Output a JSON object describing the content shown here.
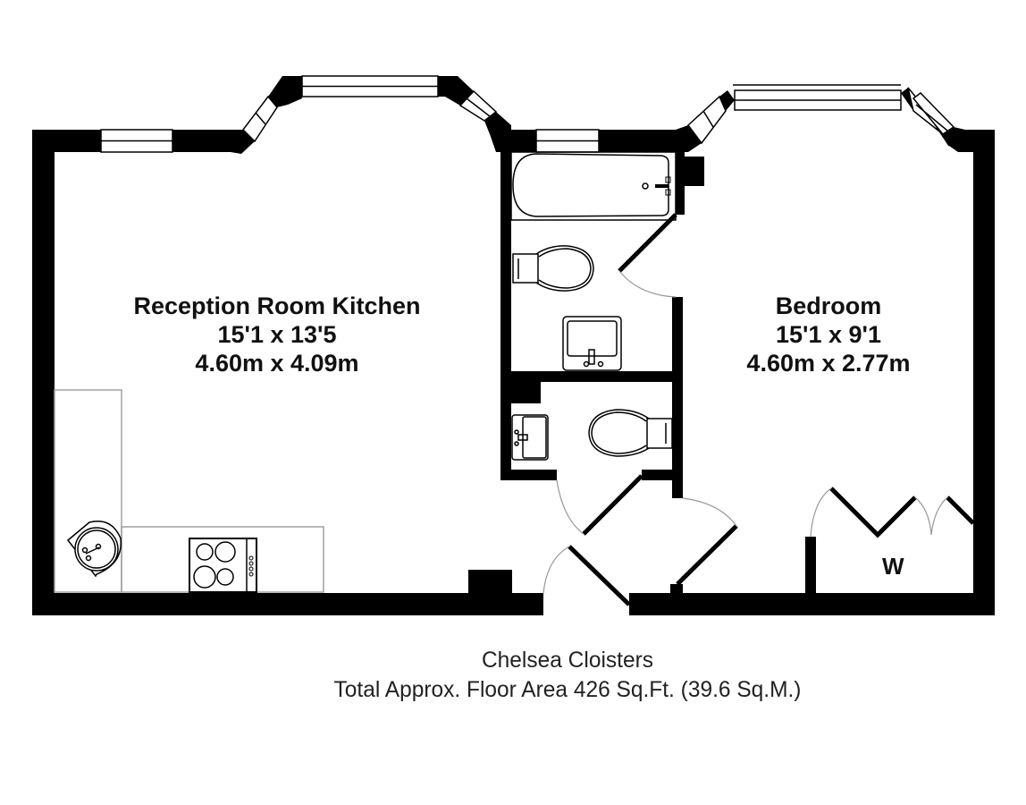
{
  "plan": {
    "wall_color": "#000000",
    "fixture_line_color": "#000000",
    "worktop_color": "#a0a0a0",
    "door_swing_color": "#999999",
    "background": "#ffffff"
  },
  "rooms": [
    {
      "name": "Reception Room Kitchen",
      "imperial": "15'1 x 13'5",
      "metric": "4.60m x 4.09m"
    },
    {
      "name": "Bedroom",
      "imperial": "15'1 x 9'1",
      "metric": "4.60m x 2.77m"
    }
  ],
  "wardrobe_label": "W",
  "fixtures": [
    "bath",
    "wc",
    "wash-basin",
    "wc",
    "wash-basin",
    "kitchen-sink",
    "hob"
  ],
  "caption": {
    "property": "Chelsea Cloisters",
    "area": "Total Approx. Floor Area 426 Sq.Ft. (39.6 Sq.M.)"
  }
}
